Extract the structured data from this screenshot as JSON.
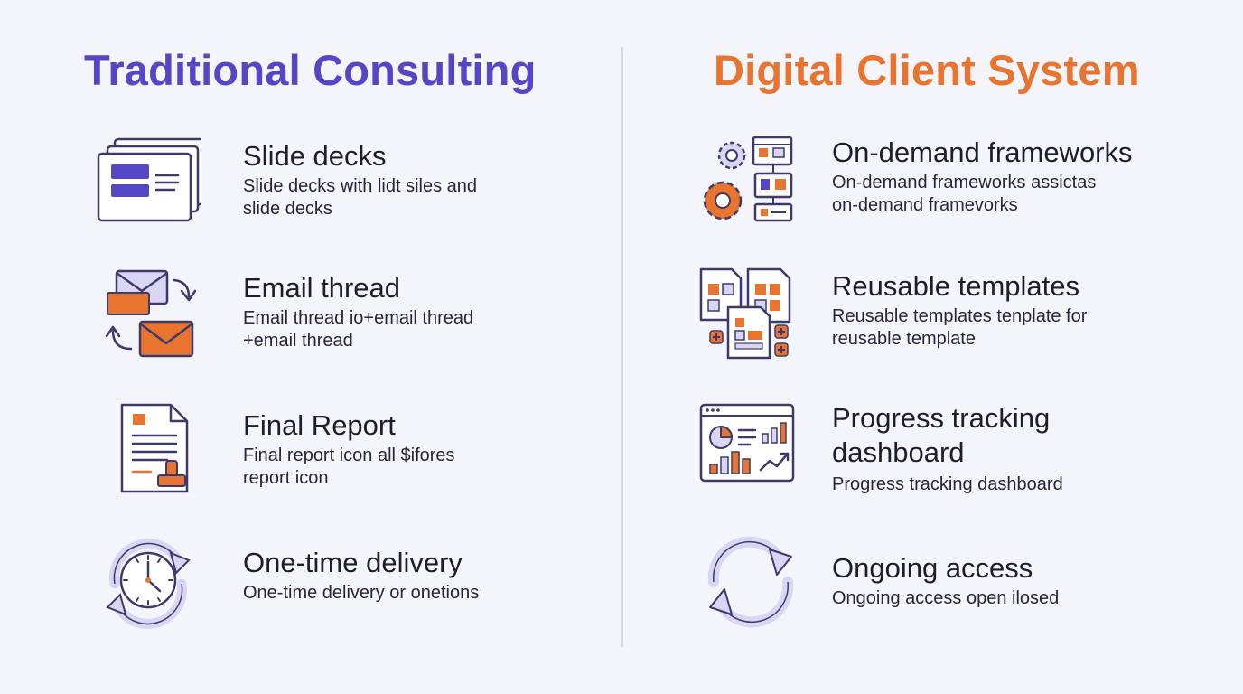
{
  "left": {
    "title": "Traditional Consulting",
    "items": [
      {
        "icon": "slide-decks-icon",
        "title": "Slide decks",
        "desc1": "Slide decks with lidt siles and",
        "desc2": "slide decks"
      },
      {
        "icon": "email-thread-icon",
        "title": "Email thread",
        "desc1": "Email thread io+email thread",
        "desc2": "+email thread"
      },
      {
        "icon": "final-report-icon",
        "title": "Final Report",
        "desc1": "Final report icon all $ifores",
        "desc2": "report icon"
      },
      {
        "icon": "clock-icon",
        "title": "One-time delivery",
        "desc1": "One-time delivery or onetions",
        "desc2": ""
      }
    ]
  },
  "right": {
    "title": "Digital Client System",
    "items": [
      {
        "icon": "frameworks-icon",
        "title": "On-demand frameworks",
        "desc1": "On-demand frameworks assictas",
        "desc2": "on-demand framevorks"
      },
      {
        "icon": "templates-icon",
        "title": "Reusable templates",
        "desc1": "Reusable templates tenplate for",
        "desc2": "reusable  template"
      },
      {
        "icon": "dashboard-icon",
        "title": "Progress tracking",
        "title2": "dashboard",
        "desc1": "Progress tracking dashboard",
        "desc2": ""
      },
      {
        "icon": "refresh-icon",
        "title": "Ongoing access",
        "desc1": "Ongoing access open ilosed",
        "desc2": ""
      }
    ]
  },
  "colors": {
    "purple": "#5446c4",
    "orange": "#e9742f",
    "icon_outline": "#3d3a6b",
    "icon_fill_light": "#d9d6f3",
    "background": "#f3f5fb"
  }
}
